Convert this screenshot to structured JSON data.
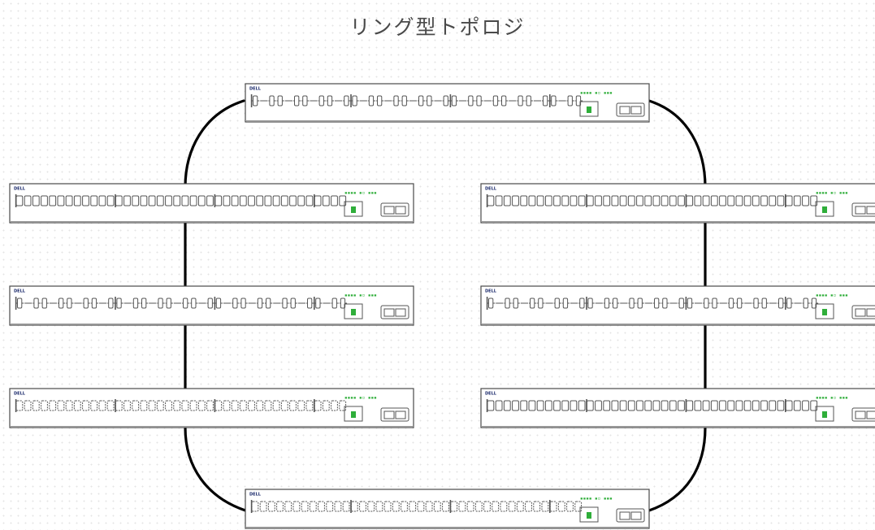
{
  "title": "リング型トポロジ",
  "switch": {
    "brand": "DELL",
    "led_label": "▪▪▪▪ ▪▫ ▪▪▪"
  },
  "colors": {
    "ring_cable": "#000000",
    "switch_outline": "#4a4a4a",
    "port": "#555555",
    "led": "#2fae3a",
    "brand": "#1b2a6b"
  },
  "diagram": {
    "topology": "ring",
    "nodes": [
      {
        "id": "switch-top",
        "style": "linked"
      },
      {
        "id": "switch-left-1",
        "style": "boxed"
      },
      {
        "id": "switch-left-2",
        "style": "linked"
      },
      {
        "id": "switch-left-3",
        "style": "dashed"
      },
      {
        "id": "switch-bottom",
        "style": "dashed"
      },
      {
        "id": "switch-right-3",
        "style": "boxed"
      },
      {
        "id": "switch-right-2",
        "style": "linked"
      },
      {
        "id": "switch-right-1",
        "style": "boxed"
      }
    ],
    "links": [
      [
        "switch-top",
        "switch-left-1"
      ],
      [
        "switch-left-1",
        "switch-left-2"
      ],
      [
        "switch-left-2",
        "switch-left-3"
      ],
      [
        "switch-left-3",
        "switch-bottom"
      ],
      [
        "switch-bottom",
        "switch-right-3"
      ],
      [
        "switch-right-3",
        "switch-right-2"
      ],
      [
        "switch-right-2",
        "switch-right-1"
      ],
      [
        "switch-right-1",
        "switch-top"
      ]
    ]
  }
}
